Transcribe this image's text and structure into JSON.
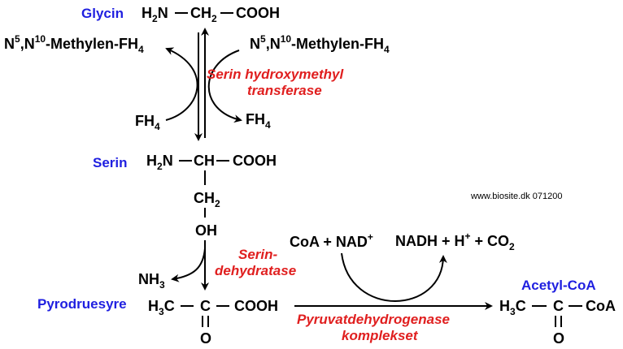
{
  "colors": {
    "compound_name": "#1f1fe0",
    "enzyme": "#e01f1f",
    "structure": "#000000"
  },
  "compounds": {
    "glycin": "Glycin",
    "serin": "Serin",
    "pyrodruesyre": "Pyrodruesyre",
    "acetyl_coa": "Acetyl-CoA"
  },
  "enzymes": {
    "shmt_line1": "Serin hydroxymethyl",
    "shmt_line2": "transferase",
    "serin_dehydratase_line1": "Serin-",
    "serin_dehydratase_line2": "dehydratase",
    "pdh_line1": "Pyruvatdehydrogenase",
    "pdh_line2": "komplekset"
  },
  "structures": {
    "glycin": {
      "h2n": "H",
      "n": "N",
      "ch2_c": "CH",
      "cooh": "COOH"
    },
    "serin": {
      "h2n": "H",
      "n": "N",
      "ch": "CH",
      "cooh": "COOH",
      "ch2_c": "CH",
      "oh": "OH"
    },
    "pyruvate": {
      "h3c": "H",
      "c_suffix": "C",
      "c": "C",
      "cooh": "COOH",
      "o": "O"
    },
    "acetyl_coa": {
      "h3c": "H",
      "c_suffix": "C",
      "c": "C",
      "coa": "CoA",
      "o": "O"
    }
  },
  "subscripts": {
    "two": "2",
    "three": "3",
    "four": "4",
    "five": "5",
    "ten": "10"
  },
  "cofactors": {
    "methylen_comma": ",N",
    "methylen_rest": "-Methylen-FH",
    "fh": "FH",
    "nh": "NH",
    "coa_nad": "CoA + NAD",
    "nadh_h": "NADH + H",
    "plus_co": " + CO",
    "plus_sign": "+"
  },
  "credit": "www.biosite.dk 071200"
}
